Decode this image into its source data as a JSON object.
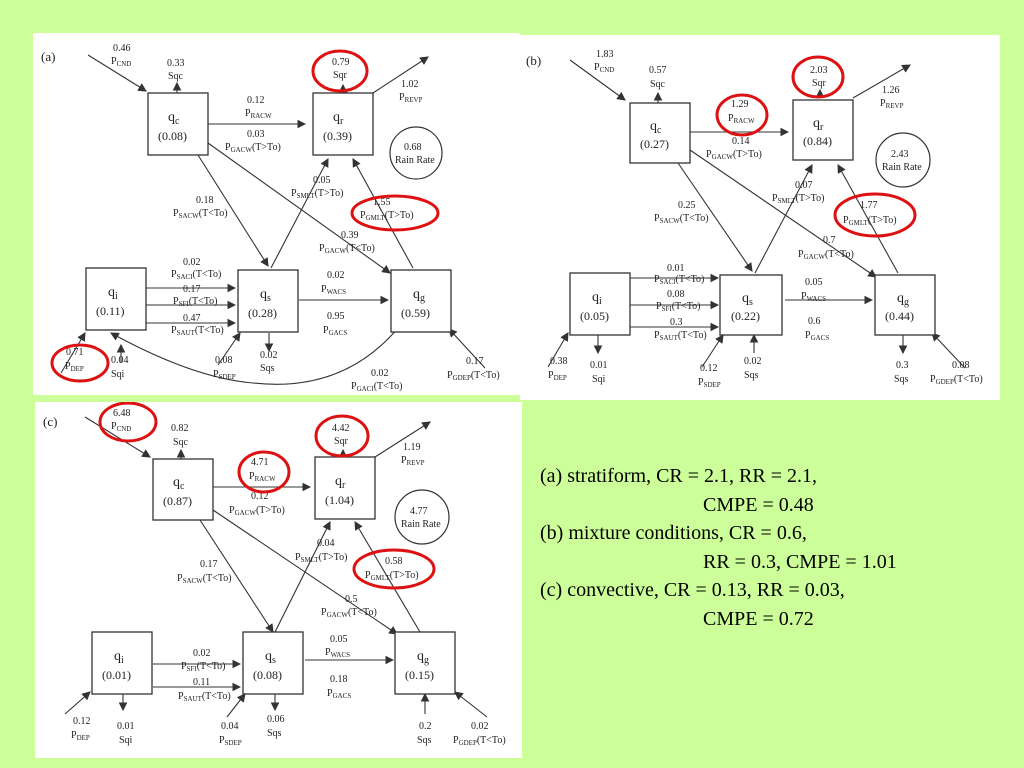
{
  "panels": {
    "a": {
      "label": "(a)",
      "boxes": {
        "qc": {
          "sym": "q",
          "sub": "c",
          "val": "(0.08)"
        },
        "qr": {
          "sym": "q",
          "sub": "r",
          "val": "(0.39)"
        },
        "qi": {
          "sym": "q",
          "sub": "i",
          "val": "(0.11)"
        },
        "qs": {
          "sym": "q",
          "sub": "s",
          "val": "(0.28)"
        },
        "qg": {
          "sym": "q",
          "sub": "g",
          "val": "(0.59)"
        }
      },
      "rain": {
        "value": "0.68",
        "label": "Rain Rate"
      },
      "labels": {
        "cnd_v": "0.46",
        "cnd_n": "P",
        "cnd_s": "CND",
        "sqc_v": "0.33",
        "sqc_n": "Sqc",
        "sqr_v": "0.79",
        "sqr_n": "Sqr",
        "revp_v": "1.02",
        "revp_n": "P",
        "revp_s": "REVP",
        "racw_v": "0.12",
        "racw_n": "P",
        "racw_s": "RACW",
        "gacwh_v": "0.03",
        "gacwh_n": "P",
        "gacwh_s": "GACW",
        "gacwh_c": "(T>To)",
        "sacw_v": "0.18",
        "sacw_n": "P",
        "sacw_s": "SACW",
        "sacw_c": "(T<To)",
        "smlt_v": "0.05",
        "smlt_n": "P",
        "smlt_s": "SMLT",
        "smlt_c": "(T>To)",
        "gmlt_v": "1.55",
        "gmlt_n": "P",
        "gmlt_s": "GMLT",
        "gmlt_c": "(T>To)",
        "gacwl_v": "0.39",
        "gacwl_n": "P",
        "gacwl_s": "GACW",
        "gacwl_c": "(T<To)",
        "saci_v": "0.02",
        "saci_n": "P",
        "saci_s": "SACI",
        "saci_c": "(T<To)",
        "sfi_v": "0.17",
        "sfi_n": "P",
        "sfi_s": "SFI",
        "sfi_c": "(T<To)",
        "saut_v": "0.47",
        "saut_n": "P",
        "saut_s": "SAUT",
        "saut_c": "(T<To)",
        "wacs_v": "0.02",
        "wacs_n": "P",
        "wacs_s": "WACS",
        "gacs_v": "0.95",
        "gacs_n": "P",
        "gacs_s": "GACS",
        "dep_v": "0.71",
        "dep_n": "P",
        "dep_s": "DEP",
        "sqi_v": "0.04",
        "sqi_n": "Sqi",
        "sdep_v": "0.08",
        "sdep_n": "P",
        "sdep_s": "SDEP",
        "sqs_v": "0.02",
        "sqs_n": "Sqs",
        "gaci_v": "0.02",
        "gaci_n": "P",
        "gaci_s": "GACI",
        "gaci_c": "(T<To)",
        "gdep_v": "0.17",
        "gdep_n": "P",
        "gdep_s": "GDEP",
        "gdep_c": "(T<To)"
      }
    },
    "b": {
      "label": "(b)",
      "boxes": {
        "qc": {
          "sym": "q",
          "sub": "c",
          "val": "(0.27)"
        },
        "qr": {
          "sym": "q",
          "sub": "r",
          "val": "(0.84)"
        },
        "qi": {
          "sym": "q",
          "sub": "i",
          "val": "(0.05)"
        },
        "qs": {
          "sym": "q",
          "sub": "s",
          "val": "(0.22)"
        },
        "qg": {
          "sym": "q",
          "sub": "g",
          "val": "(0.44)"
        }
      },
      "rain": {
        "value": "2.43",
        "label": "Rain Rate"
      },
      "labels": {
        "cnd_v": "1.83",
        "cnd_n": "P",
        "cnd_s": "CND",
        "sqc_v": "0.57",
        "sqc_n": "Sqc",
        "sqr_v": "2.03",
        "sqr_n": "Sqr",
        "revp_v": "1.26",
        "revp_n": "P",
        "revp_s": "REVP",
        "racw_v": "1.29",
        "racw_n": "P",
        "racw_s": "RACW",
        "gacwh_v": "0.14",
        "gacwh_n": "P",
        "gacwh_s": "GACW",
        "gacwh_c": "(T>To)",
        "sacw_v": "0.25",
        "sacw_n": "P",
        "sacw_s": "SACW",
        "sacw_c": "(T<To)",
        "smlt_v": "0.07",
        "smlt_n": "P",
        "smlt_s": "SMLT",
        "smlt_c": "(T>To)",
        "gmlt_v": "1.77",
        "gmlt_n": "P",
        "gmlt_s": "GMLT",
        "gmlt_c": "(T>To)",
        "gacwl_v": "0.7",
        "gacwl_n": "P",
        "gacwl_s": "GACW",
        "gacwl_c": "(T<To)",
        "saci_v": "0.01",
        "saci_n": "P",
        "saci_s": "SACI",
        "saci_c": "(T<To)",
        "sfi_v": "0.08",
        "sfi_n": "P",
        "sfi_s": "SFI",
        "sfi_c": "(T<To)",
        "saut_v": "0.3",
        "saut_n": "P",
        "saut_s": "SAUT",
        "saut_c": "(T<To)",
        "wacs_v": "0.05",
        "wacs_n": "P",
        "wacs_s": "WACS",
        "gacs_v": "0.6",
        "gacs_n": "P",
        "gacs_s": "GACS",
        "dep_v": "0.38",
        "dep_n": "P",
        "dep_s": "DEP",
        "sqi_v": "0.01",
        "sqi_n": "Sqi",
        "sdep_v": "0.12",
        "sdep_n": "P",
        "sdep_s": "SDEP",
        "sqs_v": "0.02",
        "sqs_n": "Sqs",
        "sqsg_v": "0.3",
        "sqsg_n": "Sqs",
        "gdep_v": "0.08",
        "gdep_n": "P",
        "gdep_s": "GDEP",
        "gdep_c": "(T<To)"
      }
    },
    "c": {
      "label": "(c)",
      "boxes": {
        "qc": {
          "sym": "q",
          "sub": "c",
          "val": "(0.87)"
        },
        "qr": {
          "sym": "q",
          "sub": "r",
          "val": "(1.04)"
        },
        "qi": {
          "sym": "q",
          "sub": "i",
          "val": "(0.01)"
        },
        "qs": {
          "sym": "q",
          "sub": "s",
          "val": "(0.08)"
        },
        "qg": {
          "sym": "q",
          "sub": "g",
          "val": "(0.15)"
        }
      },
      "rain": {
        "value": "4.77",
        "label": "Rain Rate"
      },
      "labels": {
        "cnd_v": "6.48",
        "cnd_n": "P",
        "cnd_s": "CND",
        "sqc_v": "0.82",
        "sqc_n": "Sqc",
        "sqr_v": "4.42",
        "sqr_n": "Sqr",
        "revp_v": "1.19",
        "revp_n": "P",
        "revp_s": "REVP",
        "racw_v": "4.71",
        "racw_n": "P",
        "racw_s": "RACW",
        "gacwh_v": "0.12",
        "gacwh_n": "P",
        "gacwh_s": "GACW",
        "gacwh_c": "(T>To)",
        "sacw_v": "0.17",
        "sacw_n": "P",
        "sacw_s": "SACW",
        "sacw_c": "(T<To)",
        "smlt_v": "0.04",
        "smlt_n": "P",
        "smlt_s": "SMLT",
        "smlt_c": "(T>To)",
        "gmlt_v": "0.58",
        "gmlt_n": "P",
        "gmlt_s": "GMLT",
        "gmlt_c": "(T>To)",
        "gacwl_v": "0.5",
        "gacwl_n": "P",
        "gacwl_s": "GACW",
        "gacwl_c": "(T<To)",
        "sfi_v": "0.02",
        "sfi_n": "P",
        "sfi_s": "SFI",
        "sfi_c": "(T<To)",
        "saut_v": "0.11",
        "saut_n": "P",
        "saut_s": "SAUT",
        "saut_c": "(T<To)",
        "wacs_v": "0.05",
        "wacs_n": "P",
        "wacs_s": "WACS",
        "gacs_v": "0.18",
        "gacs_n": "P",
        "gacs_s": "GACS",
        "dep_v": "0.12",
        "dep_n": "P",
        "dep_s": "DEP",
        "sqi_v": "0.01",
        "sqi_n": "Sqi",
        "sdep_v": "0.04",
        "sdep_n": "P",
        "sdep_s": "SDEP",
        "sqs_v": "0.06",
        "sqs_n": "Sqs",
        "sqsg_v": "0.2",
        "sqsg_n": "Sqs",
        "gdep_v": "0.02",
        "gdep_n": "P",
        "gdep_s": "GDEP",
        "gdep_c": "(T<To)"
      }
    }
  },
  "summary": {
    "a_line1": "(a) stratiform, CR = 2.1, RR = 2.1,",
    "a_line2": "CMPE = 0.48",
    "b_line1": "(b) mixture conditions, CR = 0.6,",
    "b_line2": "RR = 0.3, CMPE = 1.01",
    "c_line1": "(c) convective, CR = 0.13, RR = 0.03,",
    "c_line2": "CMPE = 0.72"
  },
  "colors": {
    "background": "#ccff99",
    "highlight": "#dd1111",
    "panel": "#ffffff"
  }
}
